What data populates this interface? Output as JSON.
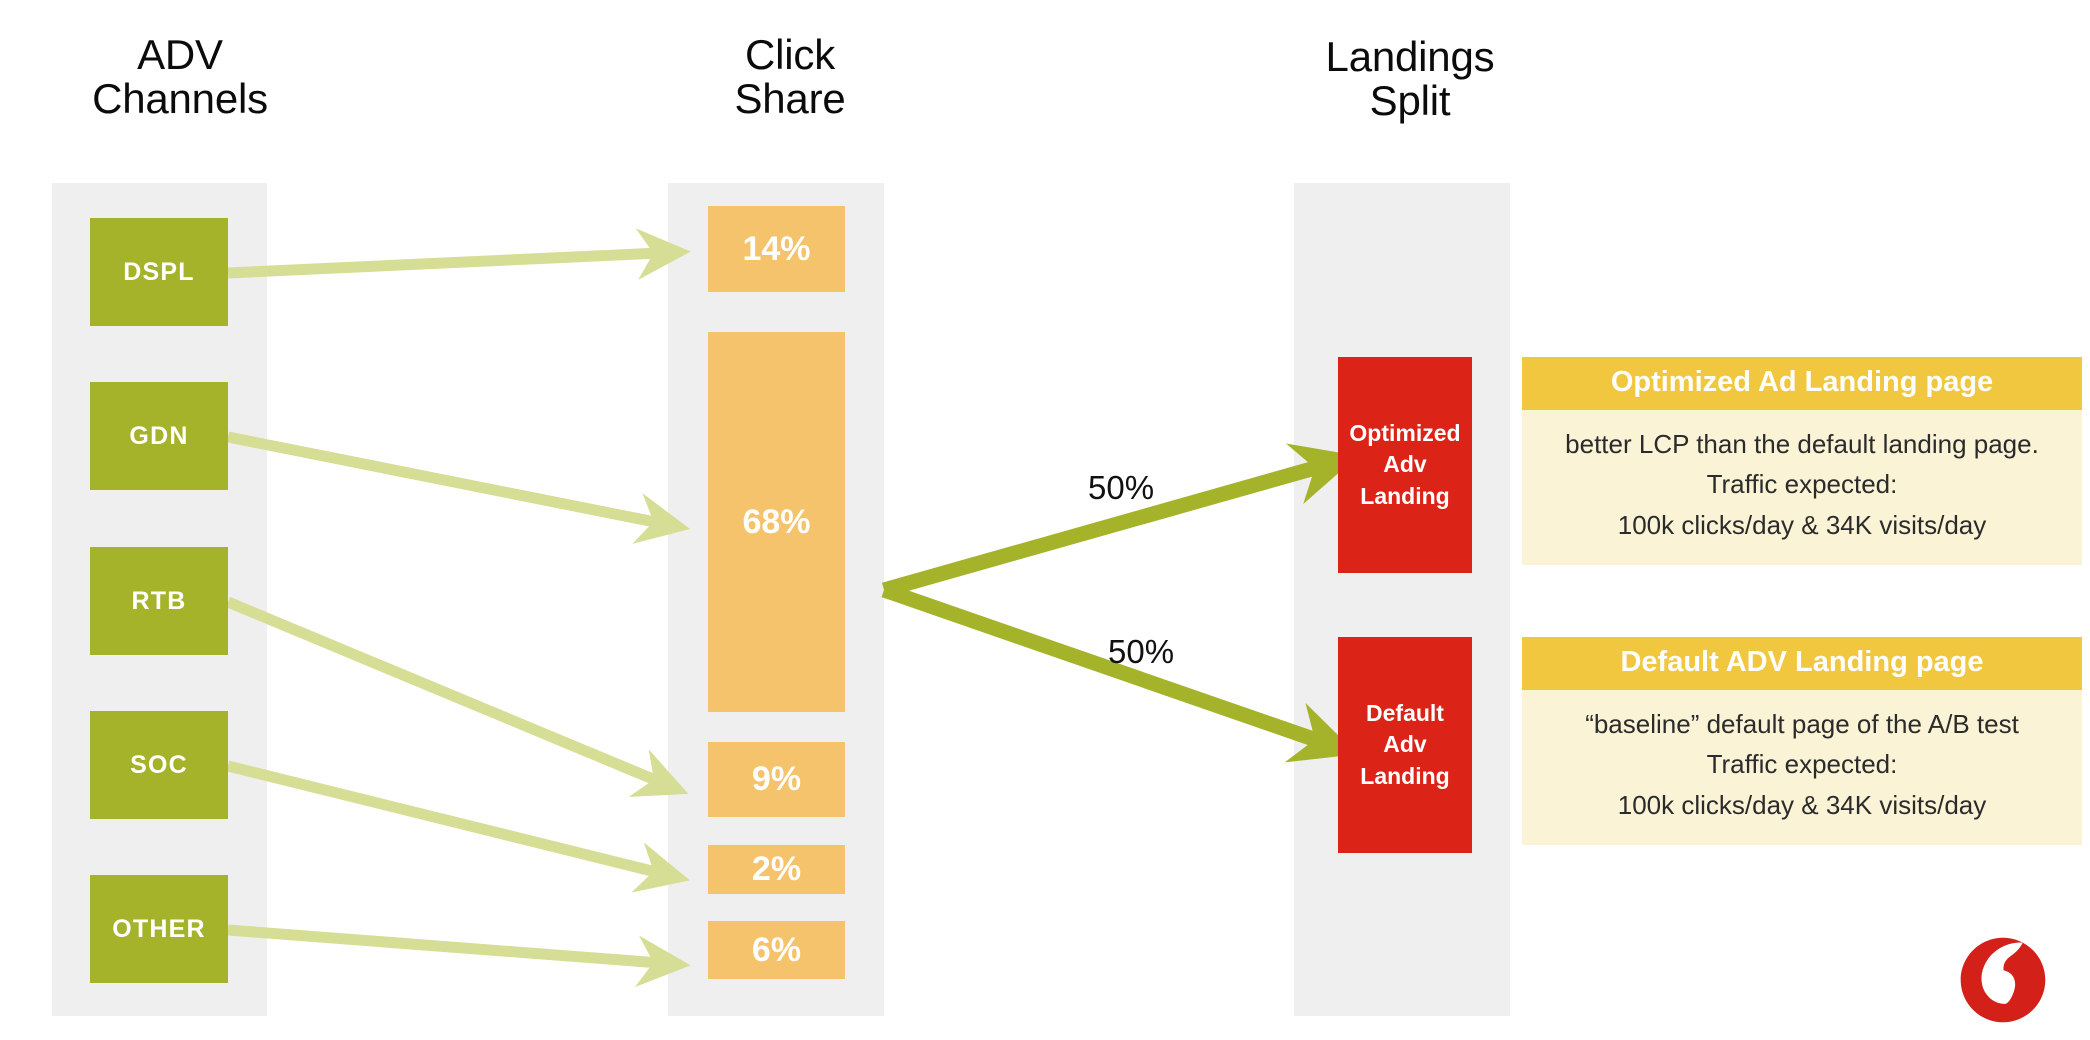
{
  "columns": {
    "adv_channels": {
      "title": "ADV\nChannels"
    },
    "click_share": {
      "title": "Click\nShare"
    },
    "landings_split": {
      "title": "Landings\nSplit"
    }
  },
  "channels": [
    {
      "id": "dspl",
      "label": "DSPL"
    },
    {
      "id": "gdn",
      "label": "GDN"
    },
    {
      "id": "rtb",
      "label": "RTB"
    },
    {
      "id": "soc",
      "label": "SOC"
    },
    {
      "id": "other",
      "label": "OTHER"
    }
  ],
  "click_share_bars": [
    {
      "id": "share-14",
      "label": "14%"
    },
    {
      "id": "share-68",
      "label": "68%"
    },
    {
      "id": "share-9",
      "label": "9%"
    },
    {
      "id": "share-2",
      "label": "2%"
    },
    {
      "id": "share-6",
      "label": "6%"
    }
  ],
  "split": {
    "top_label": "50%",
    "bottom_label": "50%"
  },
  "landings": [
    {
      "id": "optimized",
      "label": "Optimized\nAdv\nLanding"
    },
    {
      "id": "default",
      "label": "Default\nAdv\nLanding"
    }
  ],
  "info_cards": [
    {
      "id": "optimized-card",
      "title": "Optimized Ad Landing page",
      "body": "better LCP than the default landing page.\nTraffic expected:\n100k clicks/day  & 34K visits/day"
    },
    {
      "id": "default-card",
      "title": "Default ADV Landing page",
      "body": "“baseline” default page of the A/B test\nTraffic expected:\n100k clicks/day  & 34K visits/day"
    }
  ],
  "brand": {
    "logo_name": "vodafone-logo",
    "logo_color": "#D3211A"
  },
  "palette": {
    "band_grey": "#EFEFEF",
    "channel_green": "#A5B32B",
    "share_orange": "#F5C36B",
    "landing_red": "#DB2318",
    "card_title_yellow": "#F0C73F",
    "card_body_cream": "#FBF3D6",
    "thin_arrow_green": "#D5DE94",
    "thick_arrow_green": "#A5B32B",
    "text_dark": "#0B0B0B"
  },
  "chart_data": {
    "type": "diagram",
    "title": "ADV Channels → Click Share → Landings Split",
    "flow_stages": [
      "ADV Channels",
      "Click Share",
      "Landings Split"
    ],
    "categories": [
      "DSPL",
      "GDN",
      "RTB",
      "SOC",
      "OTHER"
    ],
    "values": [
      14,
      68,
      9,
      2,
      6
    ],
    "unit": "%",
    "mapping": [
      {
        "from": "DSPL",
        "to": "14%",
        "value": 14
      },
      {
        "from": "GDN",
        "to": "68%",
        "value": 68
      },
      {
        "from": "RTB",
        "to": "9%",
        "value": 9
      },
      {
        "from": "SOC",
        "to": "2%",
        "value": 2
      },
      {
        "from": "OTHER",
        "to": "6%",
        "value": 6
      }
    ],
    "landing_split": [
      {
        "target": "Optimized Adv Landing",
        "value": 50,
        "unit": "%"
      },
      {
        "target": "Default Adv Landing",
        "value": 50,
        "unit": "%"
      }
    ]
  }
}
